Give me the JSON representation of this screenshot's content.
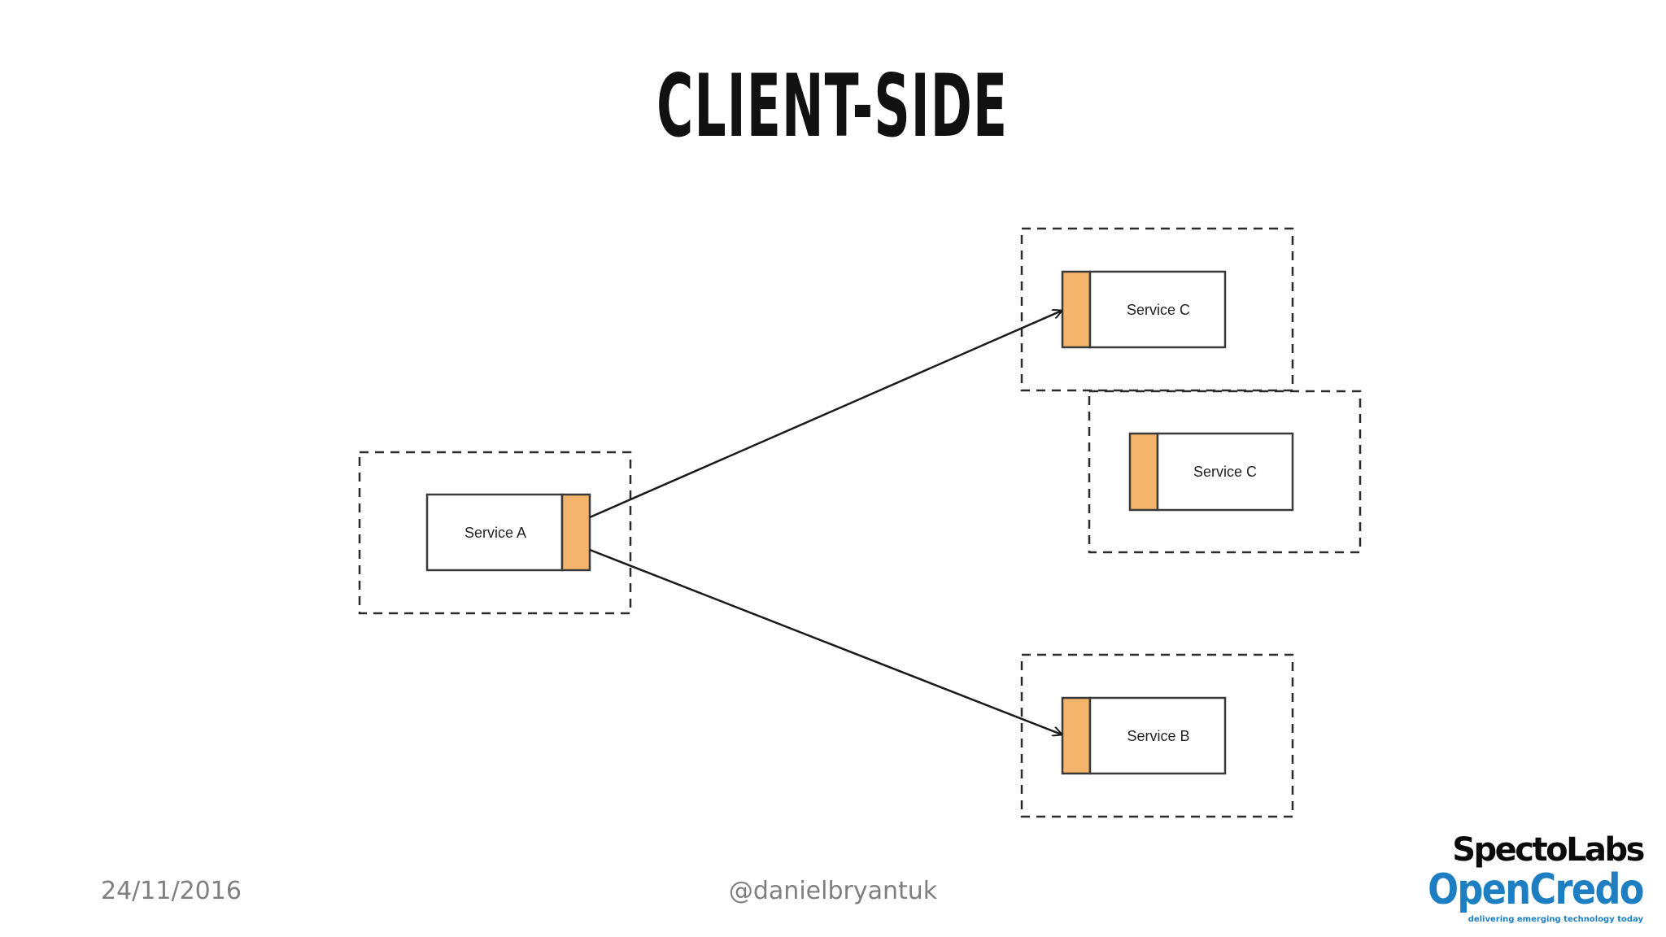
{
  "slide": {
    "title": "CLIENT-SIDE"
  },
  "diagram": {
    "nodes": [
      {
        "id": "service-a",
        "label": "Service A"
      },
      {
        "id": "service-c-1",
        "label": "Service C"
      },
      {
        "id": "service-c-2",
        "label": "Service C"
      },
      {
        "id": "service-b",
        "label": "Service B"
      }
    ],
    "edges": [
      {
        "from": "service-a",
        "to": "service-c-1"
      },
      {
        "from": "service-a",
        "to": "service-b"
      }
    ],
    "colors": {
      "sidecar": "#f4b46b",
      "border": "#3a3a3a",
      "edge": "#1a1a1a"
    }
  },
  "footer": {
    "date": "24/11/2016",
    "handle": "@danielbryantuk"
  },
  "logos": {
    "spectolabs": "SpectoLabs",
    "opencredo": "OpenCredo",
    "tagline": "delivering emerging technology today"
  }
}
